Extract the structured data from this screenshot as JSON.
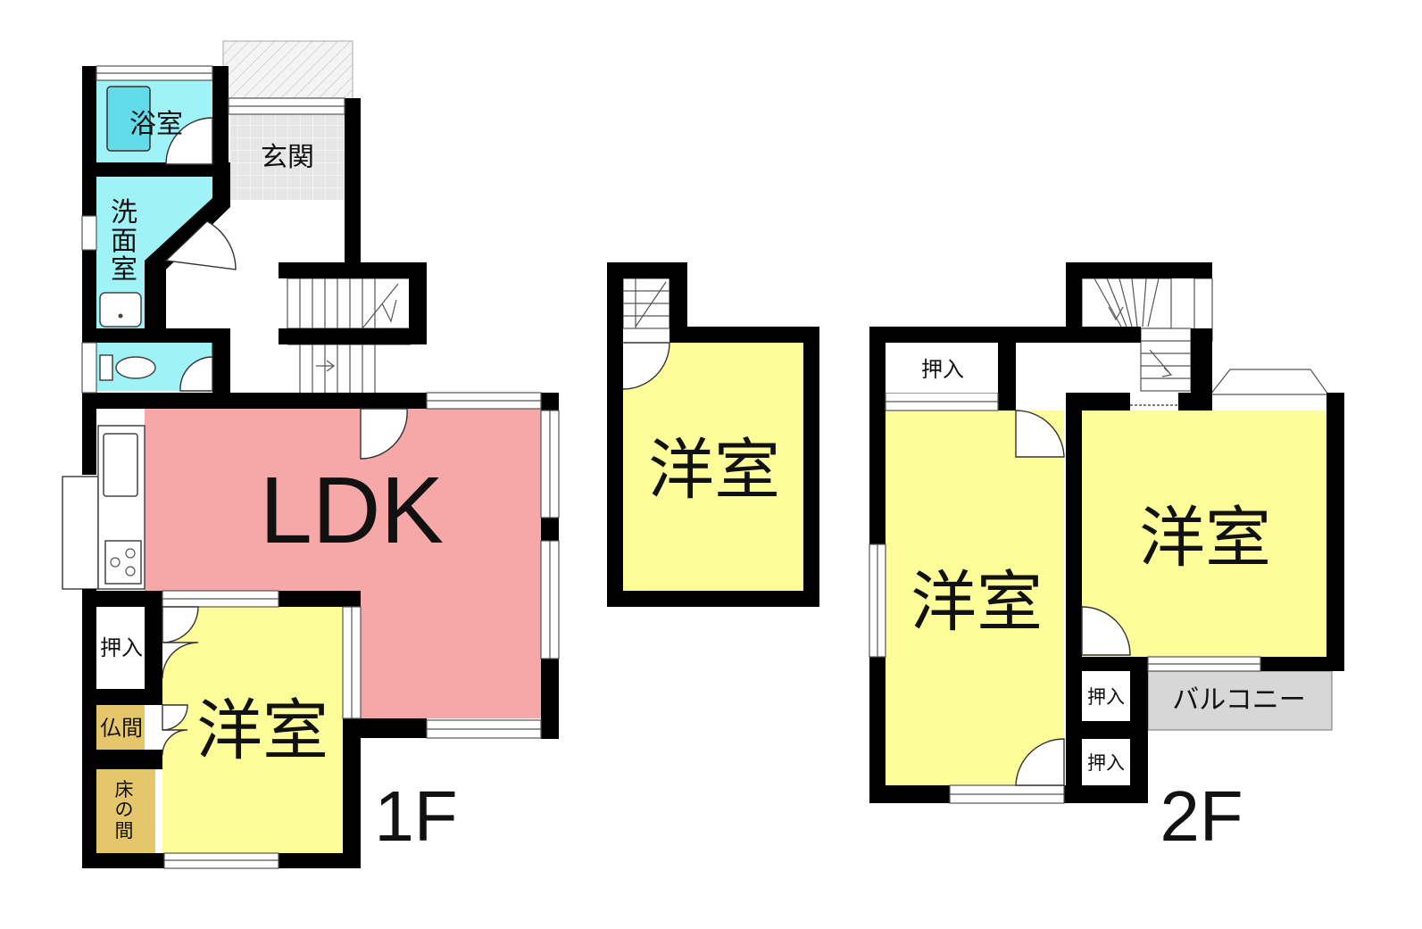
{
  "colors": {
    "ldk": "#f6a7a8",
    "western": "#fdfd99",
    "wet": "#9ff2f6",
    "tatami": "#e5c66b",
    "balcony": "#d7d7d7",
    "entrance": "#e6e6e6",
    "wall": "#000000"
  },
  "floor1": {
    "floor_label": "1F",
    "bath": "浴室",
    "entrance": "玄関",
    "washroom": "洗面室",
    "ldk": "LDK",
    "closet": "押入",
    "butsuma": "仏間",
    "tokonoma": "床の間",
    "western_room": "洋室"
  },
  "floor2": {
    "floor_label": "2F",
    "western_room_a": "洋室",
    "western_room_b": "洋室",
    "western_room_c": "洋室",
    "closet_a": "押入",
    "closet_b": "押入",
    "closet_c": "押入",
    "balcony": "バルコニー"
  }
}
